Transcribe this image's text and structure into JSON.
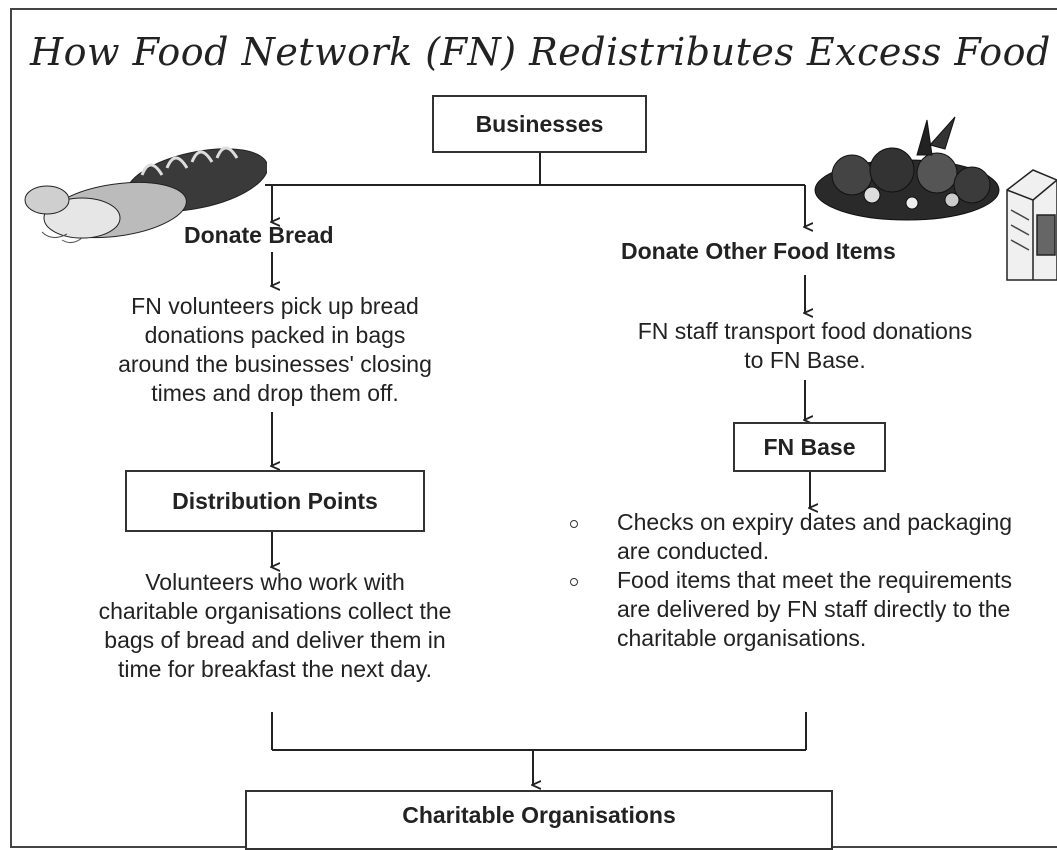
{
  "title": "How Food Network (FN) Redistributes Excess Food",
  "businesses": "Businesses",
  "left": {
    "donate_label": "Donate Bread",
    "pickup_lines": [
      "FN volunteers pick up bread",
      "donations packed in bags",
      "around the businesses' closing",
      "times and drop them off."
    ],
    "distribution_points": "Distribution Points",
    "collect_lines": [
      "Volunteers who work with",
      "charitable organisations collect the",
      "bags of bread and deliver them in",
      "time for breakfast the next day."
    ]
  },
  "right": {
    "donate_label": "Donate Other Food Items",
    "transport_lines": [
      "FN staff transport food donations",
      "to FN Base."
    ],
    "fn_base": "FN Base",
    "bullets": [
      "Checks on expiry dates and packaging are conducted.",
      "Food items that meet the requirements are delivered by FN staff directly to the charitable organisations."
    ]
  },
  "charitable_organisations": "Charitable Organisations",
  "icons": {
    "bread": "bread-illustration",
    "produce": "vegetables-illustration",
    "carton": "milk-carton-illustration"
  }
}
